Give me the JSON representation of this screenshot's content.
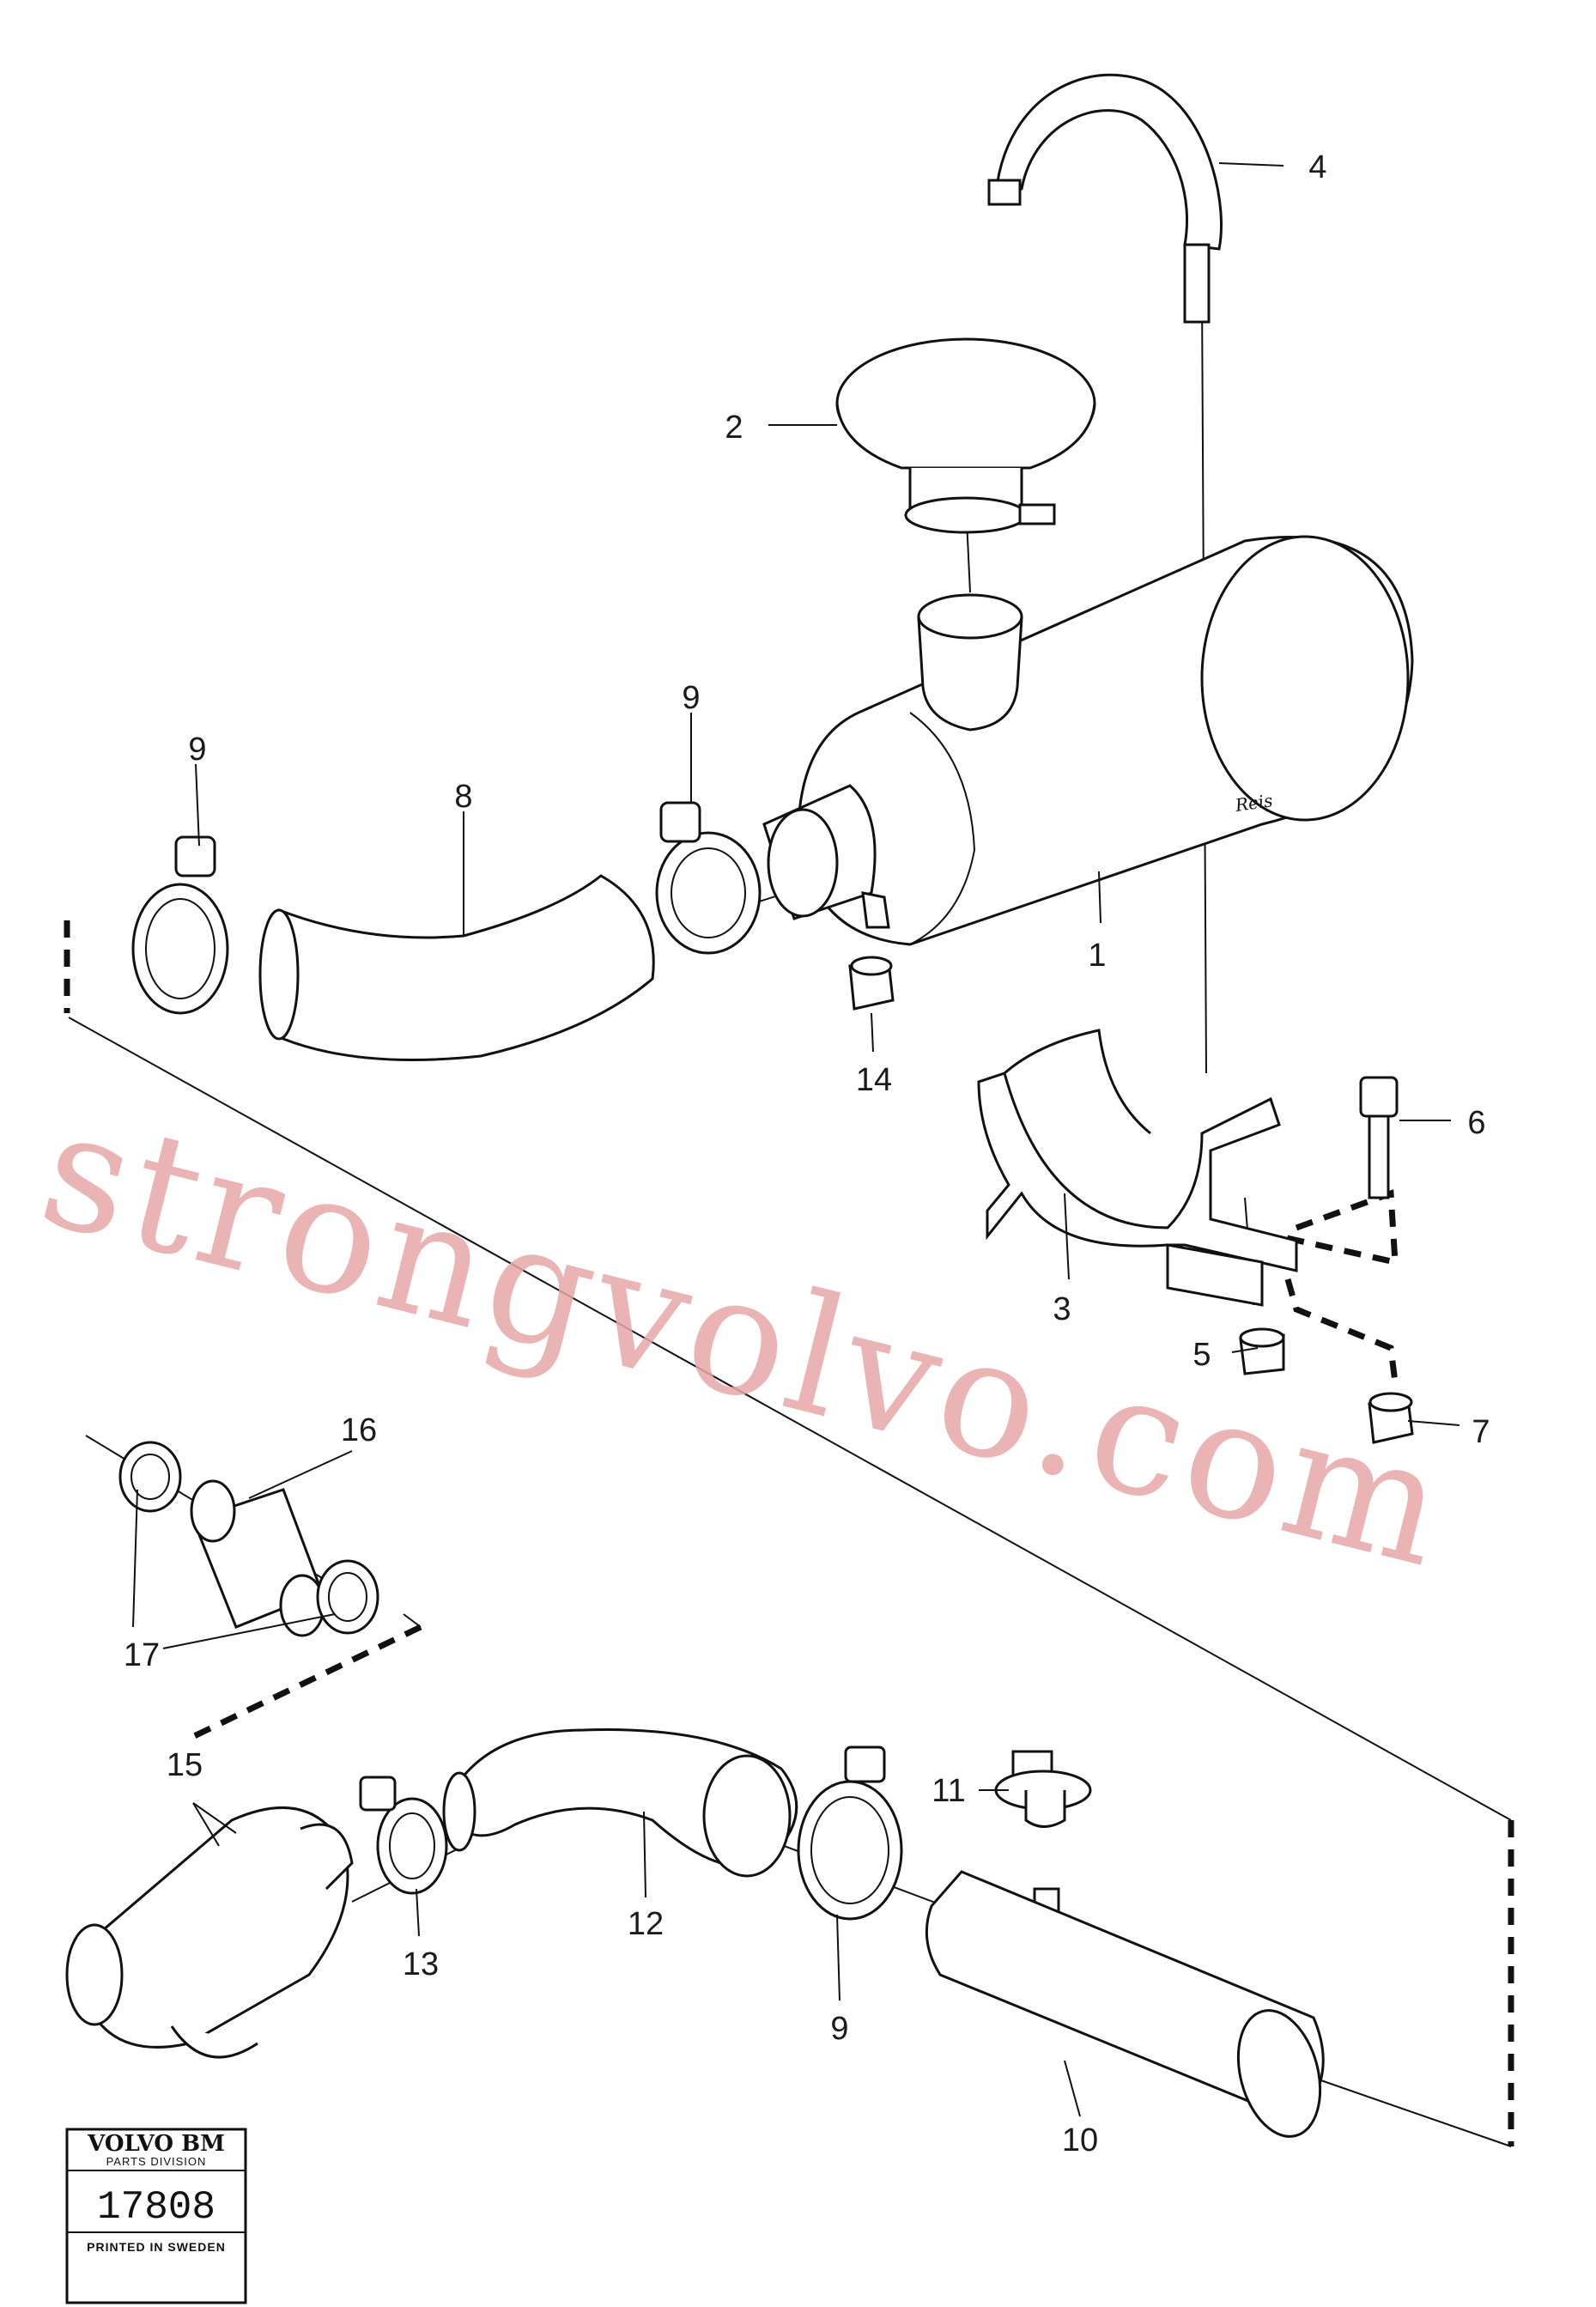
{
  "diagram": {
    "callouts": [
      "1",
      "2",
      "3",
      "4",
      "5",
      "6",
      "7",
      "8",
      "9",
      "9",
      "9",
      "10",
      "11",
      "12",
      "13",
      "14",
      "15",
      "16",
      "17"
    ],
    "watermark": "strongvolvo.com",
    "handwriting": "Reis",
    "stamp": {
      "brand": "VOLVO BM",
      "division": "PARTS DIVISION",
      "number": "17808",
      "footer": "PRINTED IN SWEDEN"
    }
  }
}
